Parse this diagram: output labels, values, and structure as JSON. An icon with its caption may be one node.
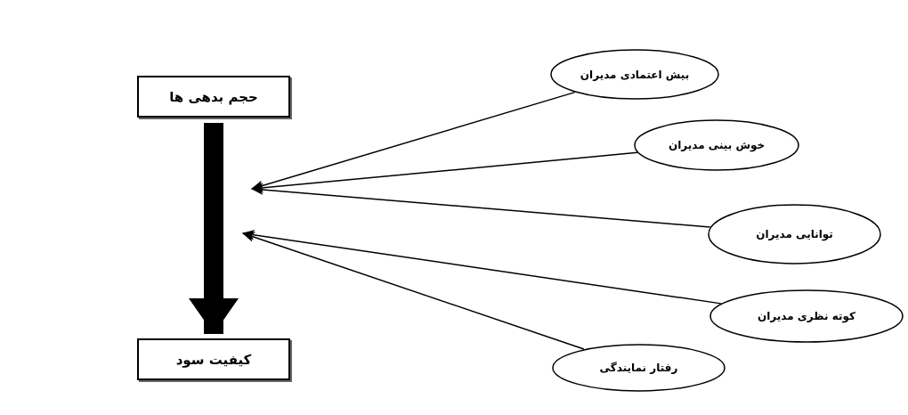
{
  "diagram": {
    "nodes": [
      {
        "text": [
          "حجم بدهی ها"
        ]
      },
      {
        "text": [
          "کیفیت سود"
        ]
      },
      {
        "text": [
          "بیش اعتمادی مدیران"
        ]
      },
      {
        "text": [
          "خوش بینی مدیران"
        ]
      },
      {
        "text": [
          "توانایی مدیران"
        ]
      },
      {
        "text": [
          "کوته نظری مدیران"
        ]
      },
      {
        "text": [
          "رفتار نمایندگی"
        ]
      }
    ],
    "edges": [
      {
        "from": 0,
        "to": 1,
        "arrow": "to",
        "style": "thick"
      },
      {
        "from": 2,
        "to": null,
        "arrow": "to"
      },
      {
        "from": 3,
        "to": null,
        "arrow": "to"
      },
      {
        "from": 4,
        "to": null,
        "arrow": "to"
      },
      {
        "from": 5,
        "to": null,
        "arrow": "to"
      },
      {
        "from": 6,
        "to": null,
        "arrow": "to"
      }
    ]
  }
}
